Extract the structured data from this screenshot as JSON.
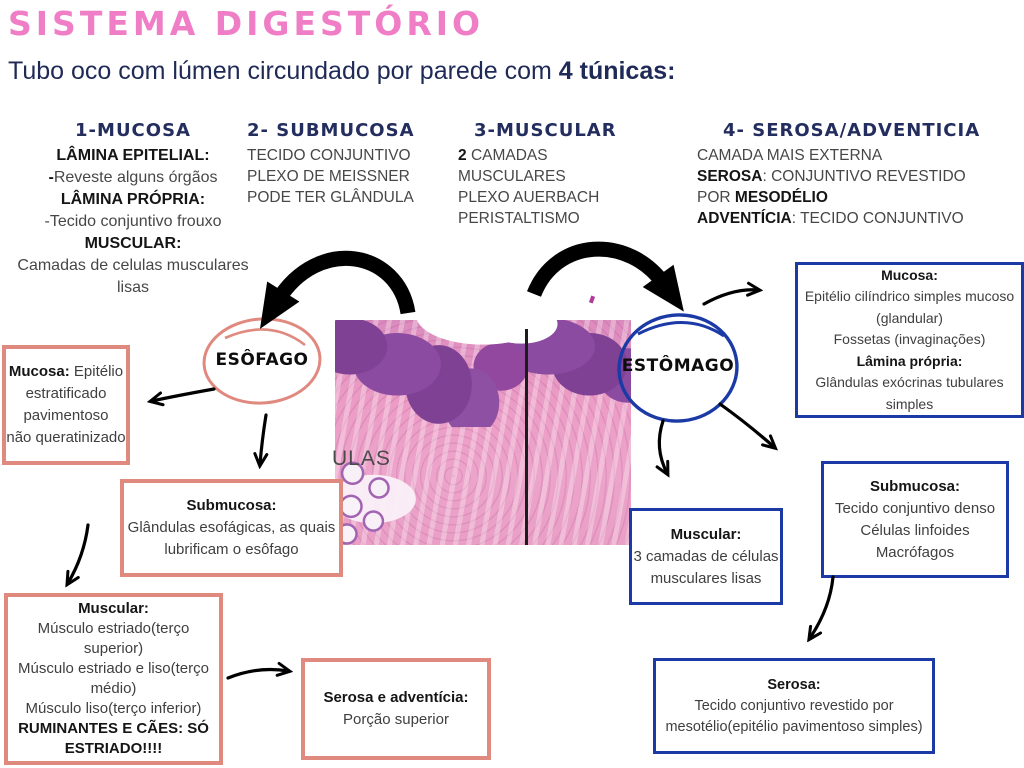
{
  "title": "SISTEMA DIGESTÓRIO",
  "subtitle": [
    {
      "t": "Tubo oco com lúmen circundado por parede com "
    },
    {
      "t": "4 túnicas:",
      "b": true
    }
  ],
  "tunicas": [
    {
      "heading": "1-MUCOSA",
      "lines": [
        [
          {
            "t": "LÂMINA EPITELIAL:",
            "b": true
          }
        ],
        [
          {
            "t": "-",
            "b": true
          },
          {
            "t": "Reveste alguns órgãos"
          }
        ],
        [
          {
            "t": "LÂMINA PRÓPRIA:",
            "b": true
          }
        ],
        [
          {
            "t": "-Tecido conjuntivo frouxo"
          }
        ],
        [
          {
            "t": "MUSCULAR:",
            "b": true
          }
        ],
        [
          {
            "t": "Camadas de celulas musculares lisas"
          }
        ]
      ]
    },
    {
      "heading": "2- SUBMUCOSA",
      "lines": [
        [
          {
            "t": "TECIDO CONJUNTIVO"
          }
        ],
        [
          {
            "t": "PLEXO DE MEISSNER"
          }
        ],
        [
          {
            "t": "PODE TER GLÂNDULA"
          }
        ]
      ]
    },
    {
      "heading": "3-MUSCULAR",
      "lines": [
        [
          {
            "t": "2 ",
            "b": true
          },
          {
            "t": "CAMADAS MUSCULARES"
          }
        ],
        [
          {
            "t": " PLEXO AUERBACH"
          }
        ],
        [
          {
            "t": "PERISTALTISMO"
          }
        ]
      ]
    },
    {
      "heading": "4- SEROSA/ADVENTICIA",
      "lines": [
        [
          {
            "t": "CAMADA MAIS EXTERNA"
          }
        ],
        [
          {
            "t": "SEROSA",
            "b": true
          },
          {
            "t": ": CONJUNTIVO REVESTIDO"
          }
        ],
        [
          {
            "t": "POR "
          },
          {
            "t": "MESODÉLIO",
            "b": true
          }
        ],
        [
          {
            "t": "ADVENTÍCIA",
            "b": true
          },
          {
            "t": ": TECIDO CONJUNTIVO"
          }
        ]
      ]
    }
  ],
  "organs": {
    "esophagus": {
      "label": "ESÔFAGO",
      "circle_color": "#e0897f"
    },
    "stomach": {
      "label": "ESTÔMAGO",
      "circle_color": "#1b3aa6"
    }
  },
  "micrograph": {
    "caption_fragment": "ULAS"
  },
  "esophagus_boxes": {
    "mucosa": [
      [
        {
          "t": "Mucosa:",
          "b": true
        },
        {
          "t": " Epitélio"
        }
      ],
      [
        {
          "t": "estratificado"
        }
      ],
      [
        {
          "t": "pavimentoso"
        }
      ],
      [
        {
          "t": "não queratinizado"
        }
      ]
    ],
    "submucosa": [
      [
        {
          "t": "Submucosa:",
          "b": true
        }
      ],
      [
        {
          "t": "Glândulas esofágicas, as quais"
        }
      ],
      [
        {
          "t": "lubrificam o esôfago"
        }
      ]
    ],
    "muscular": [
      [
        {
          "t": "Muscular:",
          "b": true
        }
      ],
      [
        {
          "t": "Músculo estriado(terço"
        }
      ],
      [
        {
          "t": "superior)"
        }
      ],
      [
        {
          "t": "Músculo estriado e liso(terço"
        }
      ],
      [
        {
          "t": "médio)"
        }
      ],
      [
        {
          "t": "Músculo liso(terço inferior)"
        }
      ],
      [
        {
          "t": "RUMINANTES E CÃES: SÓ",
          "b": true
        }
      ],
      [
        {
          "t": "ESTRIADO!!!!",
          "b": true
        }
      ]
    ],
    "serosa": [
      [
        {
          "t": "Serosa e adventícia:",
          "b": true
        }
      ],
      [
        {
          "t": "Porção superior"
        }
      ]
    ]
  },
  "stomach_boxes": {
    "mucosa": [
      [
        {
          "t": "Mucosa:",
          "b": true
        }
      ],
      [
        {
          "t": "Epitélio cilíndrico simples mucoso"
        }
      ],
      [
        {
          "t": "(glandular)"
        }
      ],
      [
        {
          "t": "Fossetas (invaginações)"
        }
      ],
      [
        {
          "t": "Lâmina própria:",
          "b": true
        }
      ],
      [
        {
          "t": "Glândulas exócrinas tubulares"
        }
      ],
      [
        {
          "t": "simples"
        }
      ]
    ],
    "submucosa": [
      [
        {
          "t": "Submucosa:",
          "b": true
        }
      ],
      [
        {
          "t": "Tecido conjuntivo denso"
        }
      ],
      [
        {
          "t": "Células linfoides"
        }
      ],
      [
        {
          "t": "Macrófagos"
        }
      ]
    ],
    "muscular": [
      [
        {
          "t": "Muscular:",
          "b": true
        }
      ],
      [
        {
          "t": "3 camadas de células"
        }
      ],
      [
        {
          "t": "musculares lisas"
        }
      ]
    ],
    "serosa": [
      [
        {
          "t": "Serosa:",
          "b": true
        }
      ],
      [
        {
          "t": "Tecido conjuntivo revestido por"
        }
      ],
      [
        {
          "t": "mesotélio(epitélio pavimentoso simples)"
        }
      ]
    ]
  },
  "colors": {
    "title_pink": "#ef7ec6",
    "navy": "#232d5e",
    "salmon": "#e0897f",
    "blue": "#1b3aa6",
    "body_text": "#474747"
  }
}
